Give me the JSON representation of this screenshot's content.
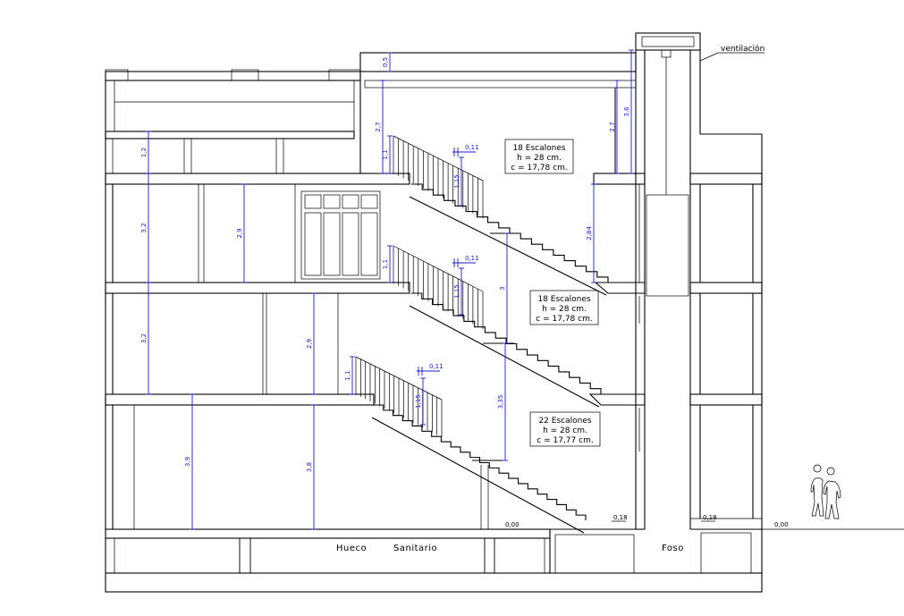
{
  "labels": {
    "ventilacion": "ventilación",
    "hueco": "Hueco",
    "sanitario": "Sanitario",
    "foso": "Foso"
  },
  "stair_notes": [
    {
      "line1": "18 Escalones",
      "line2": "h = 28 cm.",
      "line3": "c = 17,78 cm."
    },
    {
      "line1": "18 Escalones",
      "line2": "h = 28 cm.",
      "line3": "c = 17,78 cm."
    },
    {
      "line1": "22 Escalones",
      "line2": "h = 28 cm.",
      "line3": "c = 17,77 cm."
    }
  ],
  "levels": {
    "stair_base": "0,00",
    "pit_edge": "0,18",
    "right_floor": "0,18",
    "exterior": "0,00"
  },
  "dimensions": {
    "left_parapet": "1,2",
    "left_floor3": "3,2",
    "left_floor2": "3,2",
    "left_floor1": "3,9",
    "room_floor3": "2,9",
    "room_floor2": "2,9",
    "room_floor1": "3,8",
    "top_slab": "0,5",
    "roof_height": "2,7",
    "shaft_height": "3,6",
    "right_roof": "2,7",
    "right_upper": "2,84",
    "rail_top": "1,1",
    "rail_mid": "1,1",
    "rail_low": "1,1",
    "rail_top_post": "1,15",
    "rail_mid_post": "1,15",
    "rail_low_post": "1,15",
    "gap_top": "0,11",
    "gap_mid": "0,11",
    "gap_low": "0,11",
    "stair_mid_flight": "3",
    "stair_low_flight": "3,35"
  },
  "colors": {
    "lines": "#000000",
    "dimensions": "#1a1ad6",
    "background": "#ffffff"
  }
}
